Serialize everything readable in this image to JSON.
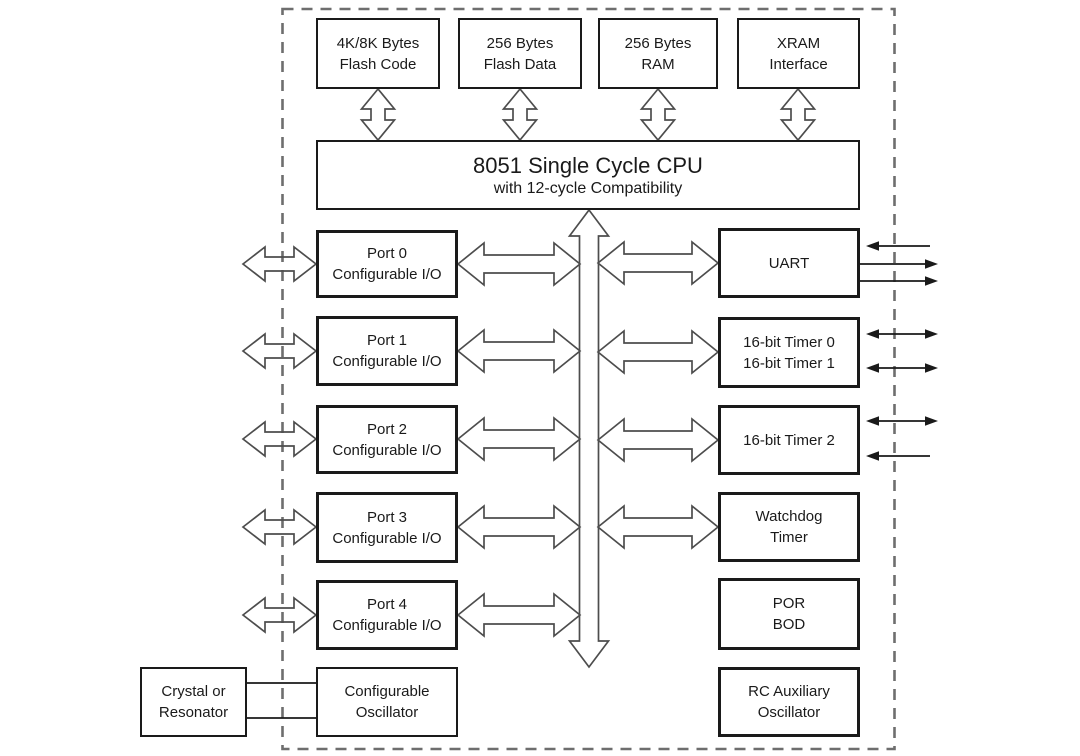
{
  "memory": [
    {
      "line1": "4K/8K Bytes",
      "line2": "Flash Code"
    },
    {
      "line1": "256 Bytes",
      "line2": "Flash Data"
    },
    {
      "line1": "256 Bytes",
      "line2": "RAM"
    },
    {
      "line1": "XRAM",
      "line2": "Interface"
    }
  ],
  "cpu": {
    "line1": "8051 Single Cycle CPU",
    "line2": "with 12-cycle Compatibility"
  },
  "ports": [
    {
      "line1": "Port 0",
      "line2": "Configurable I/O"
    },
    {
      "line1": "Port 1",
      "line2": "Configurable I/O"
    },
    {
      "line1": "Port 2",
      "line2": "Configurable I/O"
    },
    {
      "line1": "Port 3",
      "line2": "Configurable I/O"
    },
    {
      "line1": "Port 4",
      "line2": "Configurable I/O"
    }
  ],
  "peripherals": {
    "uart": {
      "line1": "UART"
    },
    "timers01": {
      "line1": "16-bit Timer 0",
      "line2": "16-bit Timer 1"
    },
    "timer2": {
      "line1": "16-bit Timer 2"
    },
    "watchdog": {
      "line1": "Watchdog",
      "line2": "Timer"
    },
    "por_bod": {
      "line1": "POR",
      "line2": "BOD"
    },
    "rc_osc": {
      "line1": "RC Auxiliary",
      "line2": "Oscillator"
    }
  },
  "external": {
    "crystal": {
      "line1": "Crystal or",
      "line2": "Resonator"
    }
  },
  "oscillator": {
    "line1": "Configurable",
    "line2": "Oscillator"
  },
  "colors": {
    "background": "#ffffff",
    "text": "#1a1a1a",
    "box_border": "#1a1a1a",
    "hollow_arrow_outline": "#4d4d4d",
    "solid_arrow": "#1a1a1a",
    "dashed_border": "#6e6e6e"
  }
}
